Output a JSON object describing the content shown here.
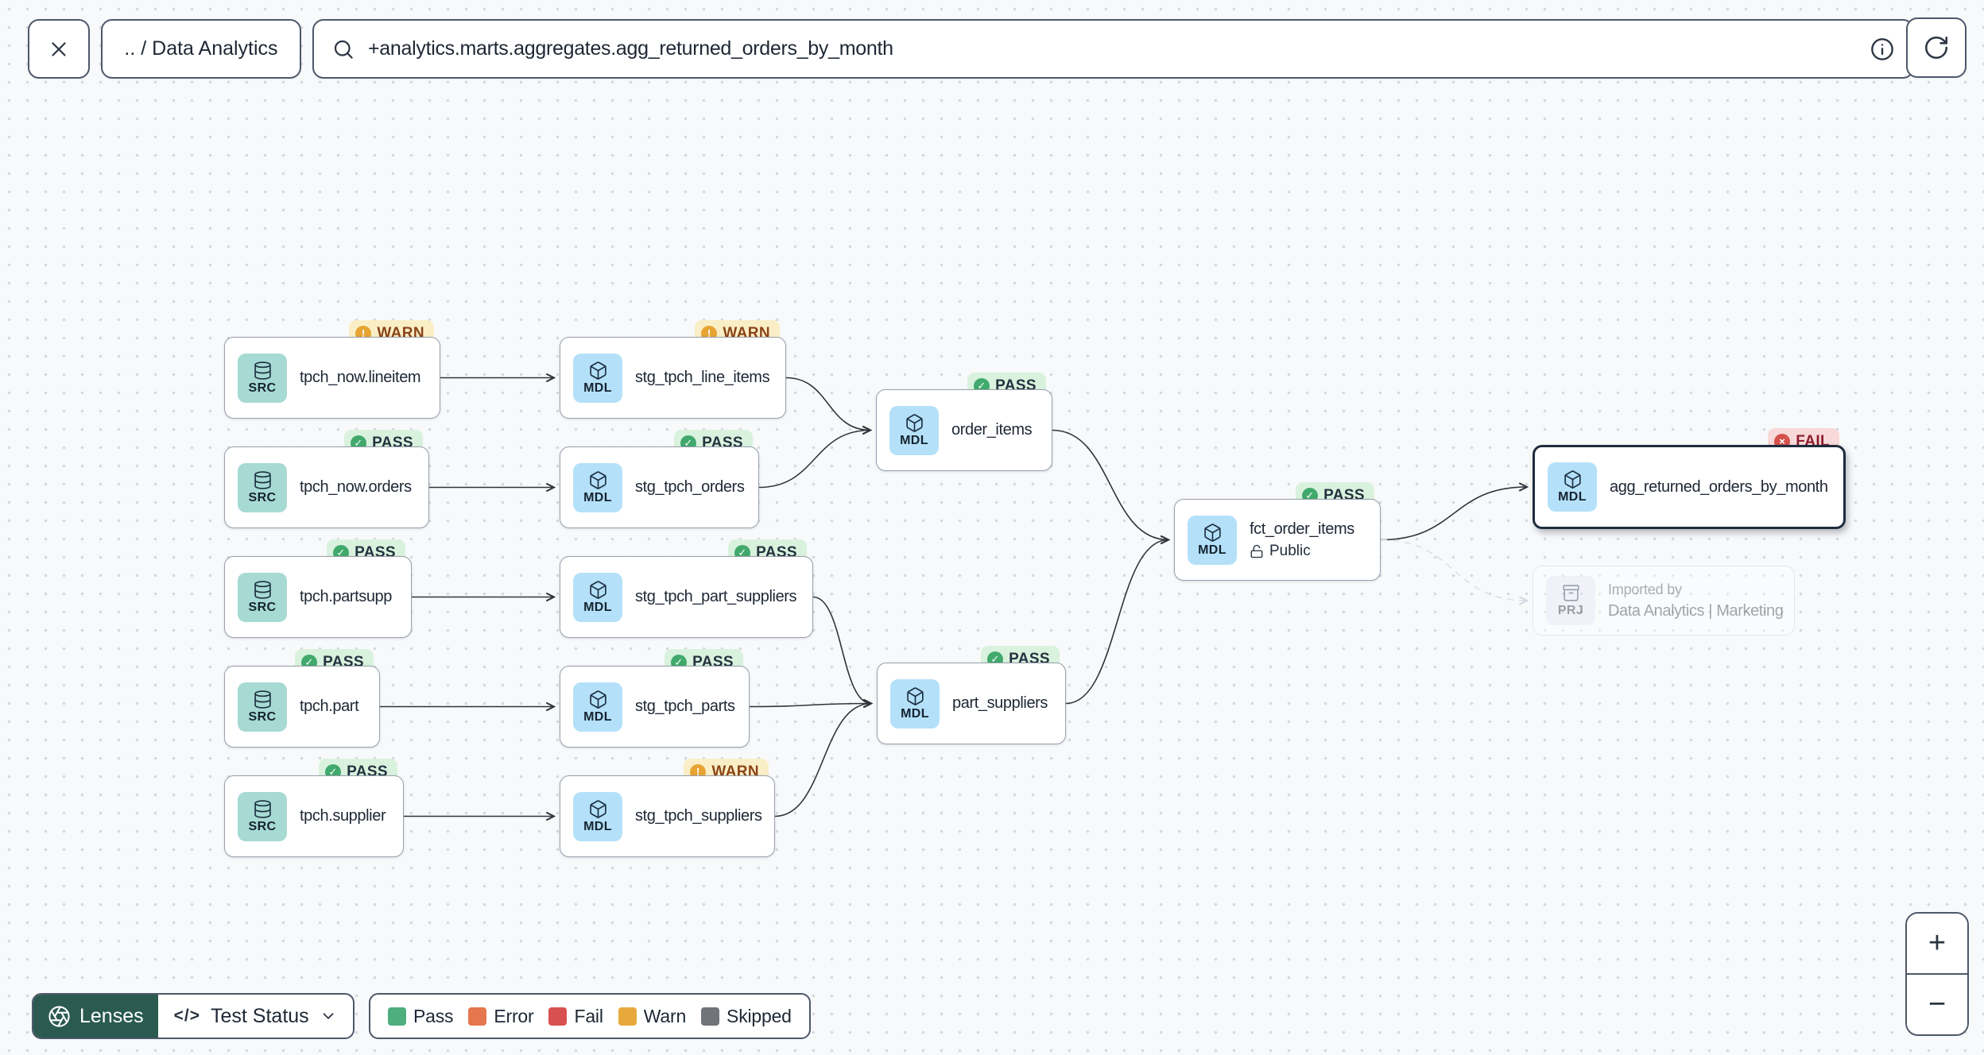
{
  "topbar": {
    "breadcrumb": ".. / Data Analytics",
    "search_value": "+analytics.marts.aggregates.agg_returned_orders_by_month"
  },
  "toolbar": {
    "lenses_label": "Lenses",
    "code_icon": "</>",
    "lens_selected": "Test Status"
  },
  "legend": {
    "items": [
      {
        "label": "Pass",
        "color": "#4fae7e"
      },
      {
        "label": "Error",
        "color": "#e5764e"
      },
      {
        "label": "Fail",
        "color": "#d95050"
      },
      {
        "label": "Warn",
        "color": "#e7a93c"
      },
      {
        "label": "Skipped",
        "color": "#717579"
      }
    ]
  },
  "zoom": {
    "in_label": "+",
    "out_label": "−"
  },
  "badge_glyphs": {
    "pass": "✓",
    "warn": "!",
    "fail": "×"
  },
  "colors": {
    "pass_badge_bg": "#d9f2de",
    "warn_badge_bg": "#faeec6",
    "fail_badge_bg": "#f8d8d9",
    "pass_dot": "#41a96c",
    "warn_dot": "#e7a433",
    "fail_dot": "#d5504c",
    "src_chip": "#a6dad3",
    "mdl_chip": "#b4e1f9",
    "prj_chip": "#e9e9f8",
    "lenses_bg": "#2a5a50",
    "edge": "#30343b",
    "muted_edge": "#dcdfe8"
  },
  "graph": {
    "nodes": [
      {
        "id": "tpch_now_lineitem",
        "label": "tpch_now.lineitem",
        "kind": "src",
        "kind_label": "SRC",
        "status": "warn",
        "status_label": "WARN"
      },
      {
        "id": "tpch_now_orders",
        "label": "tpch_now.orders",
        "kind": "src",
        "kind_label": "SRC",
        "status": "pass",
        "status_label": "PASS"
      },
      {
        "id": "tpch_partsupp",
        "label": "tpch.partsupp",
        "kind": "src",
        "kind_label": "SRC",
        "status": "pass",
        "status_label": "PASS"
      },
      {
        "id": "tpch_part",
        "label": "tpch.part",
        "kind": "src",
        "kind_label": "SRC",
        "status": "pass",
        "status_label": "PASS"
      },
      {
        "id": "tpch_supplier",
        "label": "tpch.supplier",
        "kind": "src",
        "kind_label": "SRC",
        "status": "pass",
        "status_label": "PASS"
      },
      {
        "id": "stg_tpch_line_items",
        "label": "stg_tpch_line_items",
        "kind": "mdl",
        "kind_label": "MDL",
        "status": "warn",
        "status_label": "WARN"
      },
      {
        "id": "stg_tpch_orders",
        "label": "stg_tpch_orders",
        "kind": "mdl",
        "kind_label": "MDL",
        "status": "pass",
        "status_label": "PASS"
      },
      {
        "id": "stg_tpch_part_suppliers",
        "label": "stg_tpch_part_suppliers",
        "kind": "mdl",
        "kind_label": "MDL",
        "status": "pass",
        "status_label": "PASS"
      },
      {
        "id": "stg_tpch_parts",
        "label": "stg_tpch_parts",
        "kind": "mdl",
        "kind_label": "MDL",
        "status": "pass",
        "status_label": "PASS"
      },
      {
        "id": "stg_tpch_suppliers",
        "label": "stg_tpch_suppliers",
        "kind": "mdl",
        "kind_label": "MDL",
        "status": "warn",
        "status_label": "WARN"
      },
      {
        "id": "order_items",
        "label": "order_items",
        "kind": "mdl",
        "kind_label": "MDL",
        "status": "pass",
        "status_label": "PASS"
      },
      {
        "id": "part_suppliers",
        "label": "part_suppliers",
        "kind": "mdl",
        "kind_label": "MDL",
        "status": "pass",
        "status_label": "PASS"
      },
      {
        "id": "fct_order_items",
        "label": "fct_order_items",
        "kind": "mdl",
        "kind_label": "MDL",
        "status": "pass",
        "status_label": "PASS",
        "sublabel": "Public"
      },
      {
        "id": "agg_returned_orders_by_month",
        "label": "agg_returned_orders_by_month",
        "kind": "mdl",
        "kind_label": "MDL",
        "status": "fail",
        "status_label": "FAIL",
        "selected": true
      },
      {
        "id": "imported_by",
        "title_line": "Imported by",
        "label": "Data Analytics | Marketing",
        "kind": "prj",
        "kind_label": "PRJ",
        "muted": true
      }
    ],
    "edges": [
      {
        "from": "tpch_now_lineitem",
        "to": "stg_tpch_line_items"
      },
      {
        "from": "tpch_now_orders",
        "to": "stg_tpch_orders"
      },
      {
        "from": "tpch_partsupp",
        "to": "stg_tpch_part_suppliers"
      },
      {
        "from": "tpch_part",
        "to": "stg_tpch_parts"
      },
      {
        "from": "tpch_supplier",
        "to": "stg_tpch_suppliers"
      },
      {
        "from": "stg_tpch_line_items",
        "to": "order_items"
      },
      {
        "from": "stg_tpch_orders",
        "to": "order_items"
      },
      {
        "from": "stg_tpch_part_suppliers",
        "to": "part_suppliers"
      },
      {
        "from": "stg_tpch_parts",
        "to": "part_suppliers"
      },
      {
        "from": "stg_tpch_suppliers",
        "to": "part_suppliers"
      },
      {
        "from": "order_items",
        "to": "fct_order_items"
      },
      {
        "from": "part_suppliers",
        "to": "fct_order_items"
      },
      {
        "from": "fct_order_items",
        "to": "agg_returned_orders_by_month"
      },
      {
        "from": "fct_order_items",
        "to": "imported_by",
        "style": "muted"
      }
    ]
  }
}
